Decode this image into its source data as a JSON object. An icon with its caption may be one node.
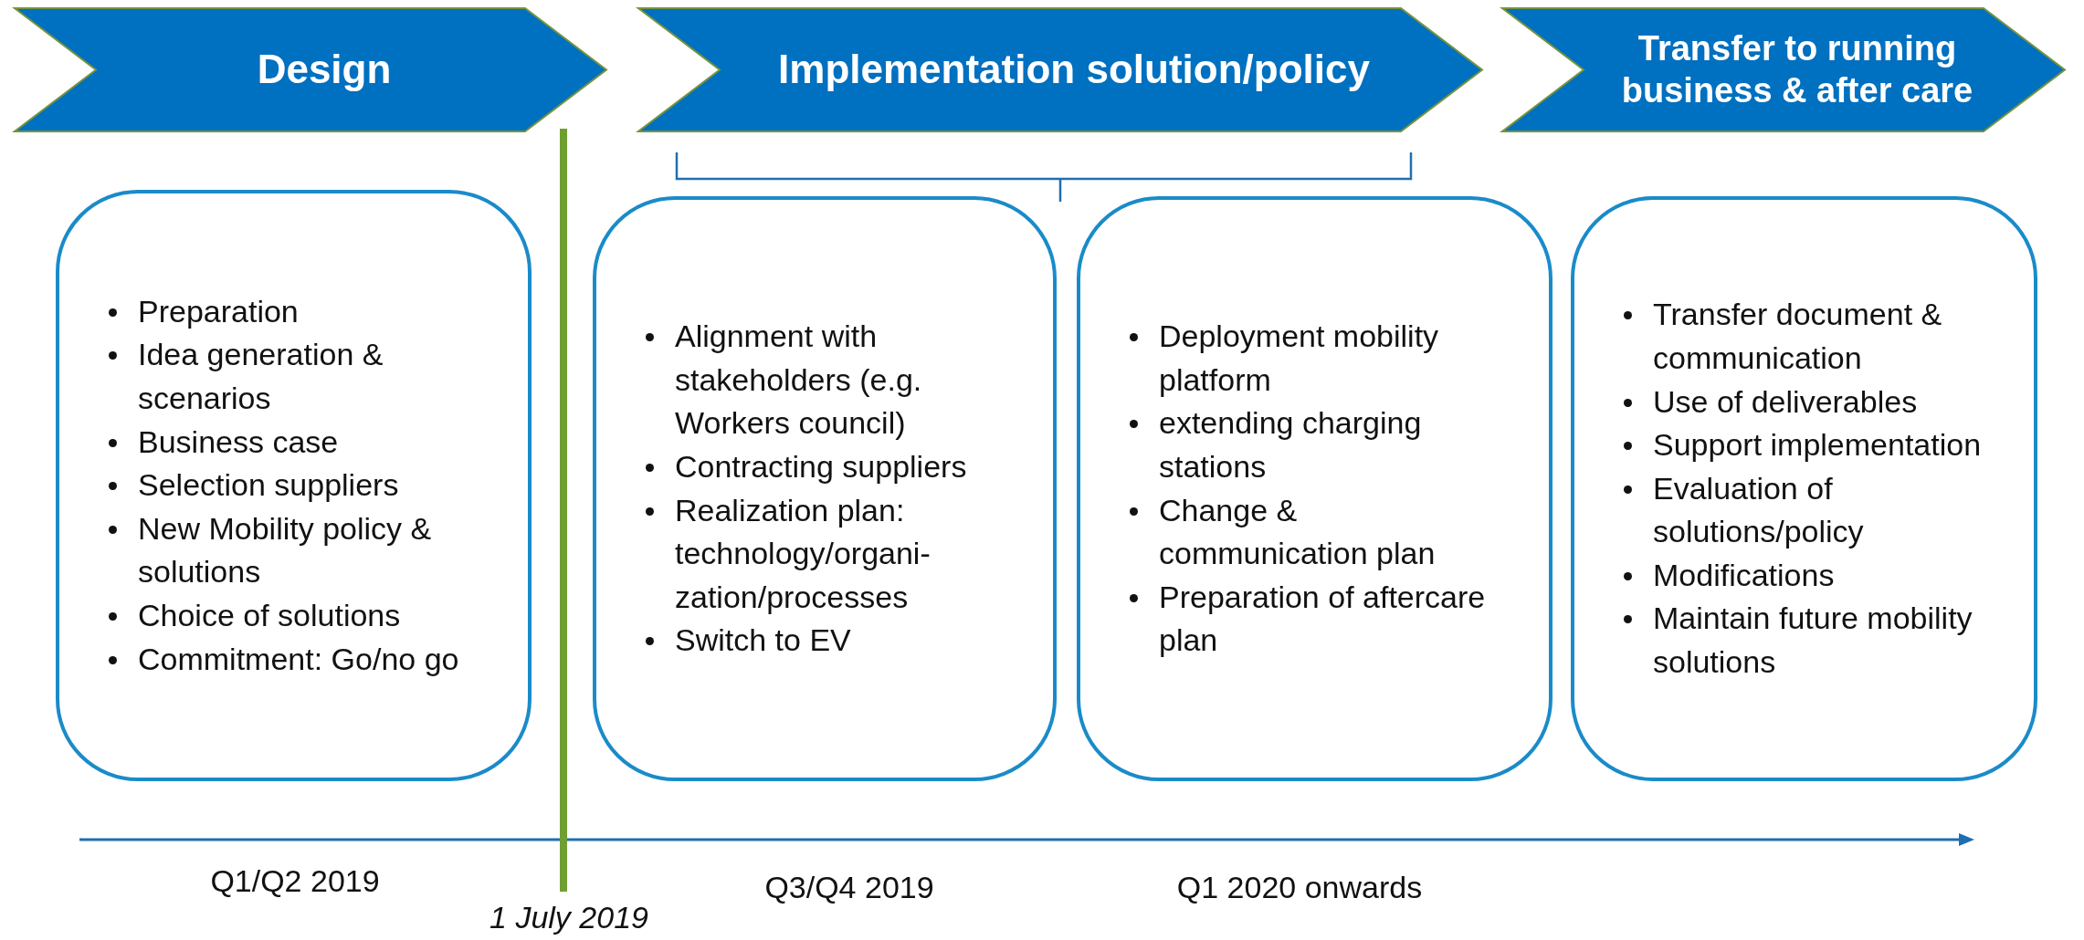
{
  "diagram": {
    "nodes": [
      {
        "text": [
          "Design"
        ]
      },
      {
        "text": [
          "Implementation solution/policy"
        ]
      },
      {
        "text": [
          "Transfer to running business & after care"
        ]
      },
      {
        "text": [
          "Preparation",
          "Idea generation & scenarios",
          "Business case",
          "Selection suppliers",
          "New Mobility policy & solutions",
          "Choice of solutions",
          "Commitment: Go/no go"
        ]
      },
      {
        "text": [
          "Alignment with stakeholders (e.g. Workers council)",
          "Contracting suppliers",
          "Realization plan: technology/organi-zation/processes",
          "Switch to EV"
        ]
      },
      {
        "text": [
          "Deployment mobility platform",
          "extending charging stations",
          "Change & communication plan",
          "Preparation of aftercare plan"
        ]
      },
      {
        "text": [
          "Transfer document & communication",
          "Use of deliverables",
          "Support implementation",
          "Evaluation of solutions/policy",
          "Modifications",
          "Maintain future mobility solutions"
        ]
      }
    ],
    "labels": [
      "Q1/Q2 2019",
      "1 July 2019",
      "Q3/Q4 2019",
      "Q1 2020 onwards"
    ]
  }
}
